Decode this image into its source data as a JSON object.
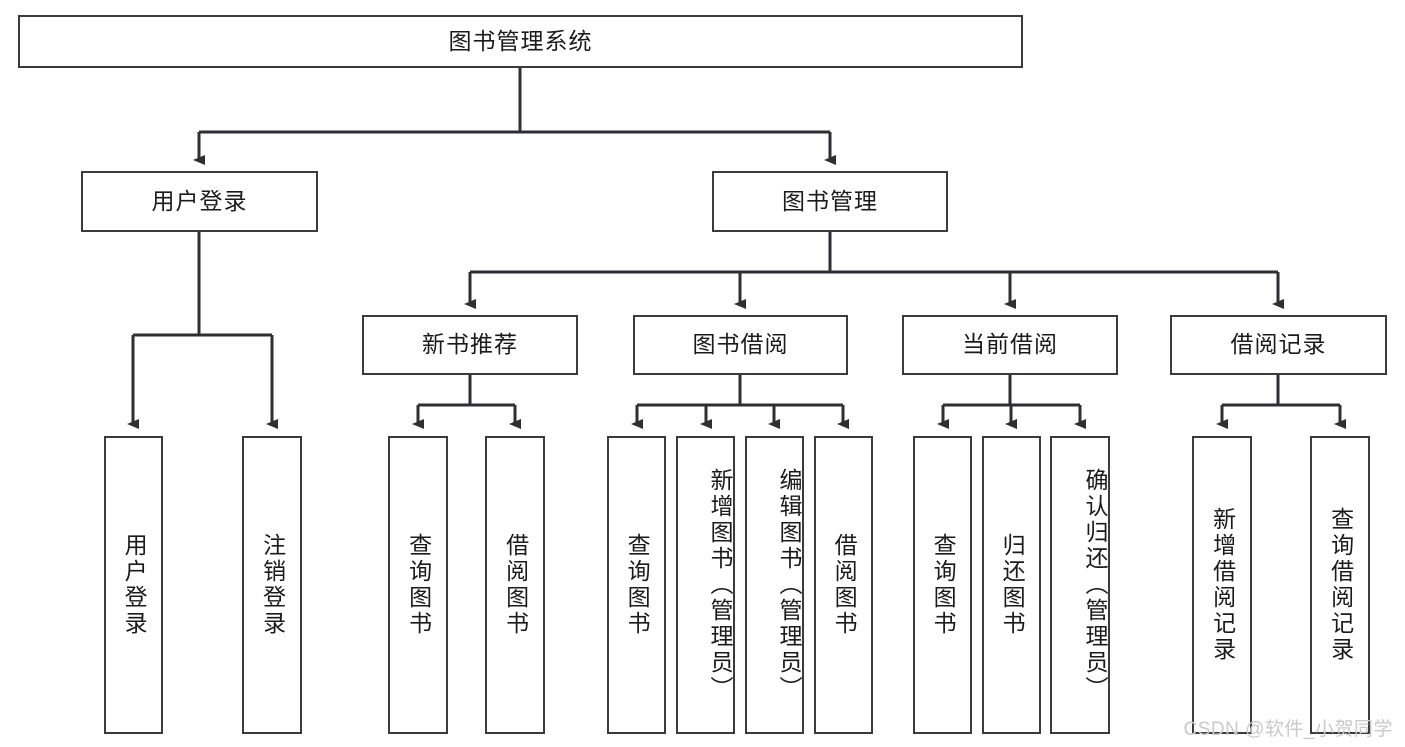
{
  "diagram": {
    "title": "图书管理系统",
    "type": "tree-hierarchy",
    "levels": {
      "root": {
        "label": "图书管理系统"
      },
      "level2": [
        {
          "id": "user-login",
          "label": "用户登录"
        },
        {
          "id": "book-management",
          "label": "图书管理"
        }
      ],
      "level3": [
        {
          "id": "new-book-recommend",
          "label": "新书推荐",
          "parent": "book-management"
        },
        {
          "id": "book-borrow",
          "label": "图书借阅",
          "parent": "book-management"
        },
        {
          "id": "current-borrow",
          "label": "当前借阅",
          "parent": "book-management"
        },
        {
          "id": "borrow-record",
          "label": "借阅记录",
          "parent": "book-management"
        }
      ],
      "leaves": [
        {
          "id": "leaf-user-login",
          "label": "用户登录",
          "parent": "user-login"
        },
        {
          "id": "leaf-logout-login",
          "label": "注销登录",
          "parent": "user-login"
        },
        {
          "id": "leaf-query-book-1",
          "label": "查询图书",
          "parent": "new-book-recommend"
        },
        {
          "id": "leaf-borrow-book-1",
          "label": "借阅图书",
          "parent": "new-book-recommend"
        },
        {
          "id": "leaf-query-book-2",
          "label": "查询图书",
          "parent": "book-borrow"
        },
        {
          "id": "leaf-add-book",
          "label": "新增图书（管理员）",
          "parent": "book-borrow"
        },
        {
          "id": "leaf-edit-book",
          "label": "编辑图书（管理员）",
          "parent": "book-borrow"
        },
        {
          "id": "leaf-borrow-book-2",
          "label": "借阅图书",
          "parent": "book-borrow"
        },
        {
          "id": "leaf-query-book-3",
          "label": "查询图书",
          "parent": "current-borrow"
        },
        {
          "id": "leaf-return-book",
          "label": "归还图书",
          "parent": "current-borrow"
        },
        {
          "id": "leaf-confirm-return",
          "label": "确认归还（管理员）",
          "parent": "current-borrow"
        },
        {
          "id": "leaf-add-record",
          "label": "新增借阅记录",
          "parent": "borrow-record"
        },
        {
          "id": "leaf-query-record",
          "label": "查询借阅记录",
          "parent": "borrow-record"
        }
      ]
    },
    "colors": {
      "box_border": "#3b3b3f",
      "box_fill": "#ffffff",
      "connector": "#2f2f33",
      "text": "#1b1b1b",
      "watermark": "#c9c9c9",
      "background": "#ffffff"
    }
  },
  "watermark": {
    "text": "CSDN @软件_小贺同学"
  }
}
